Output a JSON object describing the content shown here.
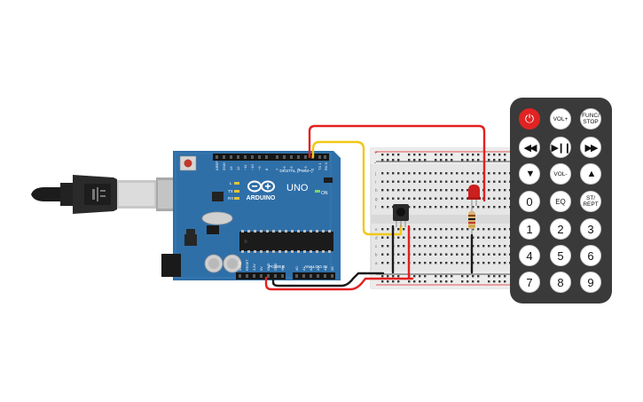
{
  "usb_cable": {
    "name": "usb-cable"
  },
  "arduino": {
    "logo": "ARDUINO",
    "model": "UNO",
    "on_label": "ON",
    "led_labels": [
      "L",
      "TX",
      "RX"
    ],
    "digital_header": "DIGITAL (PWM~)",
    "digital_pins": [
      "AREF",
      "GND",
      "13",
      "12",
      "~11",
      "~10",
      "~9",
      "8",
      "7",
      "~6",
      "~5",
      "4",
      "~3",
      "2",
      "TX 1",
      "RX 0"
    ],
    "power_header": "POWER",
    "analog_header": "ANALOG IN",
    "power_pins": [
      "IOREF",
      "RESET",
      "3.3V",
      "5V",
      "GND",
      "GND",
      "Vin"
    ],
    "analog_pins": [
      "A0",
      "A1",
      "A2",
      "A3",
      "A4",
      "A5"
    ]
  },
  "breadboard": {
    "row_letters_top": [
      "j",
      "i",
      "h",
      "g",
      "f"
    ],
    "row_letters_bottom": [
      "e",
      "d",
      "c",
      "b",
      "a"
    ],
    "rail_plus": "+",
    "rail_minus": "-"
  },
  "remote": {
    "buttons": [
      {
        "label": "⏻",
        "name": "power-button",
        "kind": "power"
      },
      {
        "label": "VOL+",
        "name": "vol-up-button",
        "kind": "txt"
      },
      {
        "label": "FUNC/\nSTOP",
        "name": "func-stop-button",
        "kind": "txt"
      },
      {
        "label": "◀◀",
        "name": "rewind-button",
        "kind": "glyph"
      },
      {
        "label": "▶❙❙",
        "name": "play-pause-button",
        "kind": "glyph"
      },
      {
        "label": "▶▶",
        "name": "fast-forward-button",
        "kind": "glyph"
      },
      {
        "label": "▼",
        "name": "down-button",
        "kind": "glyph"
      },
      {
        "label": "VOL-",
        "name": "vol-down-button",
        "kind": "txt"
      },
      {
        "label": "▲",
        "name": "up-button",
        "kind": "glyph"
      },
      {
        "label": "0",
        "name": "digit-0-button",
        "kind": "num"
      },
      {
        "label": "EQ",
        "name": "eq-button",
        "kind": "word"
      },
      {
        "label": "ST/\nREPT",
        "name": "st-rept-button",
        "kind": "txt"
      },
      {
        "label": "1",
        "name": "digit-1-button",
        "kind": "num"
      },
      {
        "label": "2",
        "name": "digit-2-button",
        "kind": "num"
      },
      {
        "label": "3",
        "name": "digit-3-button",
        "kind": "num"
      },
      {
        "label": "4",
        "name": "digit-4-button",
        "kind": "num"
      },
      {
        "label": "5",
        "name": "digit-5-button",
        "kind": "num"
      },
      {
        "label": "6",
        "name": "digit-6-button",
        "kind": "num"
      },
      {
        "label": "7",
        "name": "digit-7-button",
        "kind": "num"
      },
      {
        "label": "8",
        "name": "digit-8-button",
        "kind": "num"
      },
      {
        "label": "9",
        "name": "digit-9-button",
        "kind": "num"
      }
    ]
  },
  "colors": {
    "board": "#2f6fa8",
    "board_dark": "#1f4f7c",
    "wire_red": "#e32020",
    "wire_black": "#1a1a1a",
    "wire_yellow": "#f2c718",
    "breadboard": "#e6e6e6",
    "remote_body": "#3a3a3a",
    "power_red": "#e02323",
    "led_red": "#cc1f1f"
  }
}
